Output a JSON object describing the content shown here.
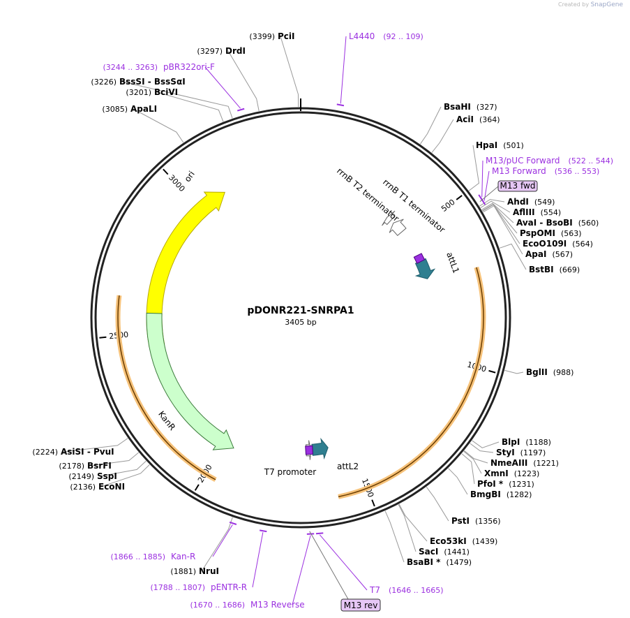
{
  "credit": {
    "prefix": "Created by",
    "brand": "SnapGene"
  },
  "plasmid": {
    "name": "pDONR221-SNRPA1",
    "length_label": "3405 bp"
  },
  "ring_ticks": [
    {
      "label": "500",
      "bp": 500
    },
    {
      "label": "1000",
      "bp": 1000
    },
    {
      "label": "1500",
      "bp": 1500
    },
    {
      "label": "2000",
      "bp": 2000
    },
    {
      "label": "2500",
      "bp": 2500
    },
    {
      "label": "3000",
      "bp": 3000
    }
  ],
  "features": [
    {
      "name": "ori",
      "color": "#ffff00",
      "stroke": "#b7a800",
      "start": 2450,
      "end": 3110,
      "dir": 1,
      "label": "ori"
    },
    {
      "name": "kanr",
      "color": "#ccffcc",
      "stroke": "#3a7a3a",
      "start": 1960,
      "end": 2570,
      "dir": -1,
      "label": "KanR"
    },
    {
      "name": "attl1",
      "color": "#2f7f90",
      "stroke": "#1f5f6d",
      "start": 612,
      "end": 690,
      "dir": 1,
      "label": "attL1"
    },
    {
      "name": "attl2",
      "color": "#2f7f90",
      "stroke": "#1f5f6d",
      "start": 1590,
      "end": 1655,
      "dir": -1,
      "label": "attL2"
    },
    {
      "name": "rrnb-t1",
      "color": "#ffffff",
      "stroke": "#666666",
      "start": 420,
      "end": 470,
      "dir": -1,
      "label": "rrnB T1 terminator"
    },
    {
      "name": "rrnb-t2",
      "color": "#ffffff",
      "stroke": "#666666",
      "start": 385,
      "end": 405,
      "dir": -1,
      "label": "rrnB T2 terminator"
    },
    {
      "name": "t7-promoter",
      "color": "#ffffff",
      "stroke": "#666666",
      "start": 1660,
      "end": 1680,
      "dir": -1,
      "label": "T7 promoter"
    }
  ],
  "orange_arcs": [
    {
      "name": "orange-arc-right",
      "start": 700,
      "end": 1590,
      "dir": 1
    },
    {
      "name": "orange-arc-left",
      "start": 1965,
      "end": 2620,
      "dir": 1
    }
  ],
  "enzymes": [
    {
      "name": "PciI",
      "pos": "(3399)",
      "bp": 3399
    },
    {
      "name": "DrdI",
      "pos": "(3297)",
      "bp": 3297
    },
    {
      "name": "BssSI  -  BssSαI",
      "pos": "(3226)",
      "bp": 3226
    },
    {
      "name": "BciVI",
      "pos": "(3201)",
      "bp": 3201
    },
    {
      "name": "ApaLI",
      "pos": "(3085)",
      "bp": 3085
    },
    {
      "name": "BsaHI",
      "pos": "(327)",
      "bp": 327
    },
    {
      "name": "AciI",
      "pos": "(364)",
      "bp": 364
    },
    {
      "name": "HpaI",
      "pos": "(501)",
      "bp": 501
    },
    {
      "name": "AhdI",
      "pos": "(549)",
      "bp": 549
    },
    {
      "name": "AflIII",
      "pos": "(554)",
      "bp": 554
    },
    {
      "name": "AvaI  -  BsoBI",
      "pos": "(560)",
      "bp": 560
    },
    {
      "name": "PspOMI",
      "pos": "(563)",
      "bp": 563
    },
    {
      "name": "EcoO109I",
      "pos": "(564)",
      "bp": 564
    },
    {
      "name": "ApaI",
      "pos": "(567)",
      "bp": 567
    },
    {
      "name": "BstBI",
      "pos": "(669)",
      "bp": 669
    },
    {
      "name": "BglII",
      "pos": "(988)",
      "bp": 988
    },
    {
      "name": "BlpI",
      "pos": "(1188)",
      "bp": 1188
    },
    {
      "name": "StyI",
      "pos": "(1197)",
      "bp": 1197
    },
    {
      "name": "NmeAIII",
      "pos": "(1221)",
      "bp": 1221
    },
    {
      "name": "XmnI",
      "pos": "(1223)",
      "bp": 1223
    },
    {
      "name": "PfoI *",
      "pos": "(1231)",
      "bp": 1231
    },
    {
      "name": "BmgBI",
      "pos": "(1282)",
      "bp": 1282
    },
    {
      "name": "PstI",
      "pos": "(1356)",
      "bp": 1356
    },
    {
      "name": "Eco53kI",
      "pos": "(1439)",
      "bp": 1439
    },
    {
      "name": "SacI",
      "pos": "(1441)",
      "bp": 1441
    },
    {
      "name": "BsaBI *",
      "pos": "(1479)",
      "bp": 1479
    },
    {
      "name": "NruI",
      "pos": "(1881)",
      "bp": 1881
    },
    {
      "name": "EcoNI",
      "pos": "(2136)",
      "bp": 2136
    },
    {
      "name": "SspI",
      "pos": "(2149)",
      "bp": 2149
    },
    {
      "name": "BsrFI",
      "pos": "(2178)",
      "bp": 2178
    },
    {
      "name": "AsiSI  -  PvuI",
      "pos": "(2224)",
      "bp": 2224
    }
  ],
  "primers": [
    {
      "name": "L4440",
      "pos": "(92 .. 109)",
      "bp": 100
    },
    {
      "name": "pBR322ori-F",
      "pos": "(3244 .. 3263)",
      "bp": 3253
    },
    {
      "name": "M13/pUC Forward",
      "pos": "(522 .. 544)",
      "bp": 533
    },
    {
      "name": "M13 Forward",
      "pos": "(536 .. 553)",
      "bp": 544
    },
    {
      "name": "T7",
      "pos": "(1646 .. 1665)",
      "bp": 1655
    },
    {
      "name": "M13 Reverse",
      "pos": "(1670 .. 1686)",
      "bp": 1678
    },
    {
      "name": "pENTR-R",
      "pos": "(1788 .. 1807)",
      "bp": 1797
    },
    {
      "name": "Kan-R",
      "pos": "(1866 .. 1885)",
      "bp": 1875
    }
  ],
  "boxed_labels": [
    {
      "name": "m13-fwd-box",
      "text": "M13 fwd"
    },
    {
      "name": "m13-rev-box",
      "text": "M13 rev"
    }
  ]
}
